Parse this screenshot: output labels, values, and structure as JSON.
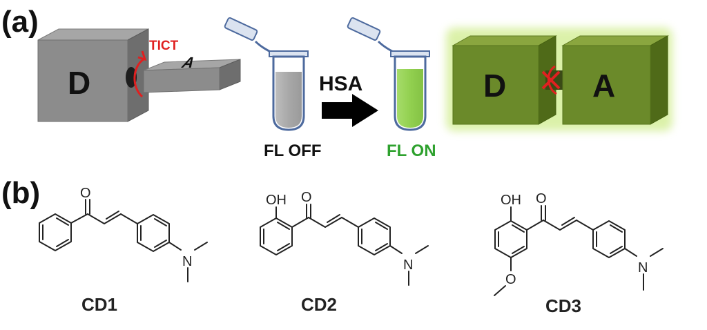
{
  "panel_a": {
    "label": "(a)",
    "donor": "D",
    "acceptor_italic": "A",
    "tict": "TICT",
    "reagent": "HSA",
    "fl_off": "FL OFF",
    "fl_on": "FL ON",
    "bound_donor": "D",
    "bound_acceptor": "A",
    "colors": {
      "red": "#e02020",
      "green_text": "#2ea12e",
      "green_block": "#6b8a2a",
      "grey_block": "#8c8c8c",
      "tube_grey": "#a6a6a6",
      "tube_green": "#92d050",
      "tube_outline": "#4d6a9e"
    }
  },
  "panel_b": {
    "label": "(b)",
    "compounds": [
      {
        "name": "CD1",
        "substituents": [
          "O",
          "N"
        ]
      },
      {
        "name": "CD2",
        "substituents": [
          "OH",
          "O",
          "N"
        ]
      },
      {
        "name": "CD3",
        "substituents": [
          "OH",
          "O",
          "N",
          "O"
        ]
      }
    ]
  }
}
